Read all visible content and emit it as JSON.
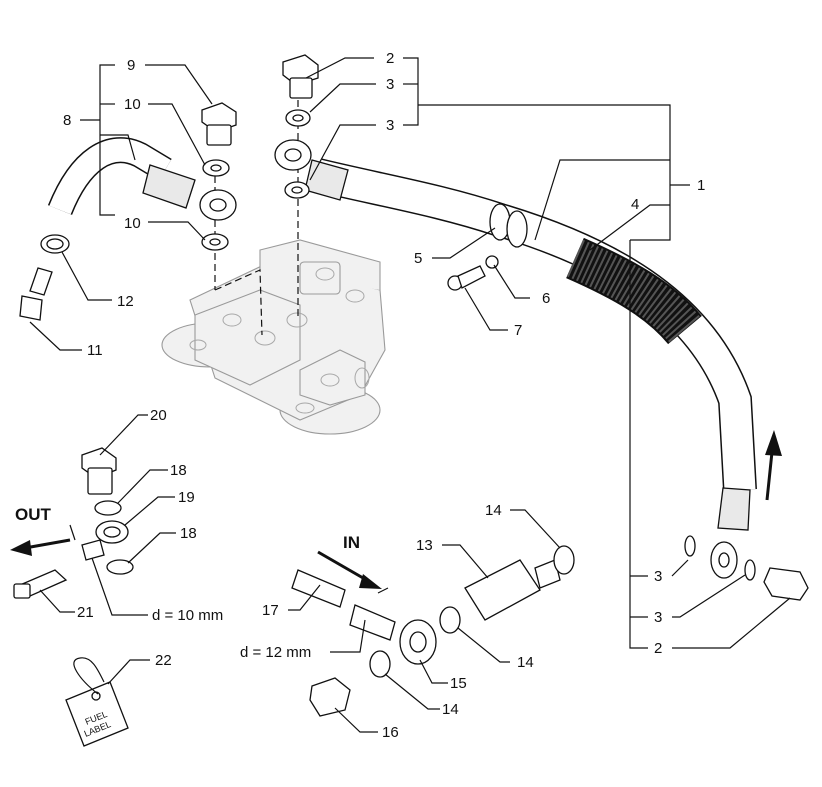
{
  "diagram": {
    "callouts": [
      "1",
      "2",
      "3",
      "3",
      "4",
      "5",
      "6",
      "7",
      "8",
      "9",
      "10",
      "10",
      "11",
      "12",
      "13",
      "14",
      "14",
      "14",
      "15",
      "16",
      "17",
      "18",
      "18",
      "19",
      "20",
      "21",
      "22",
      "3",
      "3",
      "2"
    ],
    "labels": {
      "out": "OUT",
      "in": "IN",
      "d10": "d = 10 mm",
      "d12": "d = 12 mm",
      "tag_line1": "FUEL",
      "tag_line2": "LABEL"
    }
  }
}
